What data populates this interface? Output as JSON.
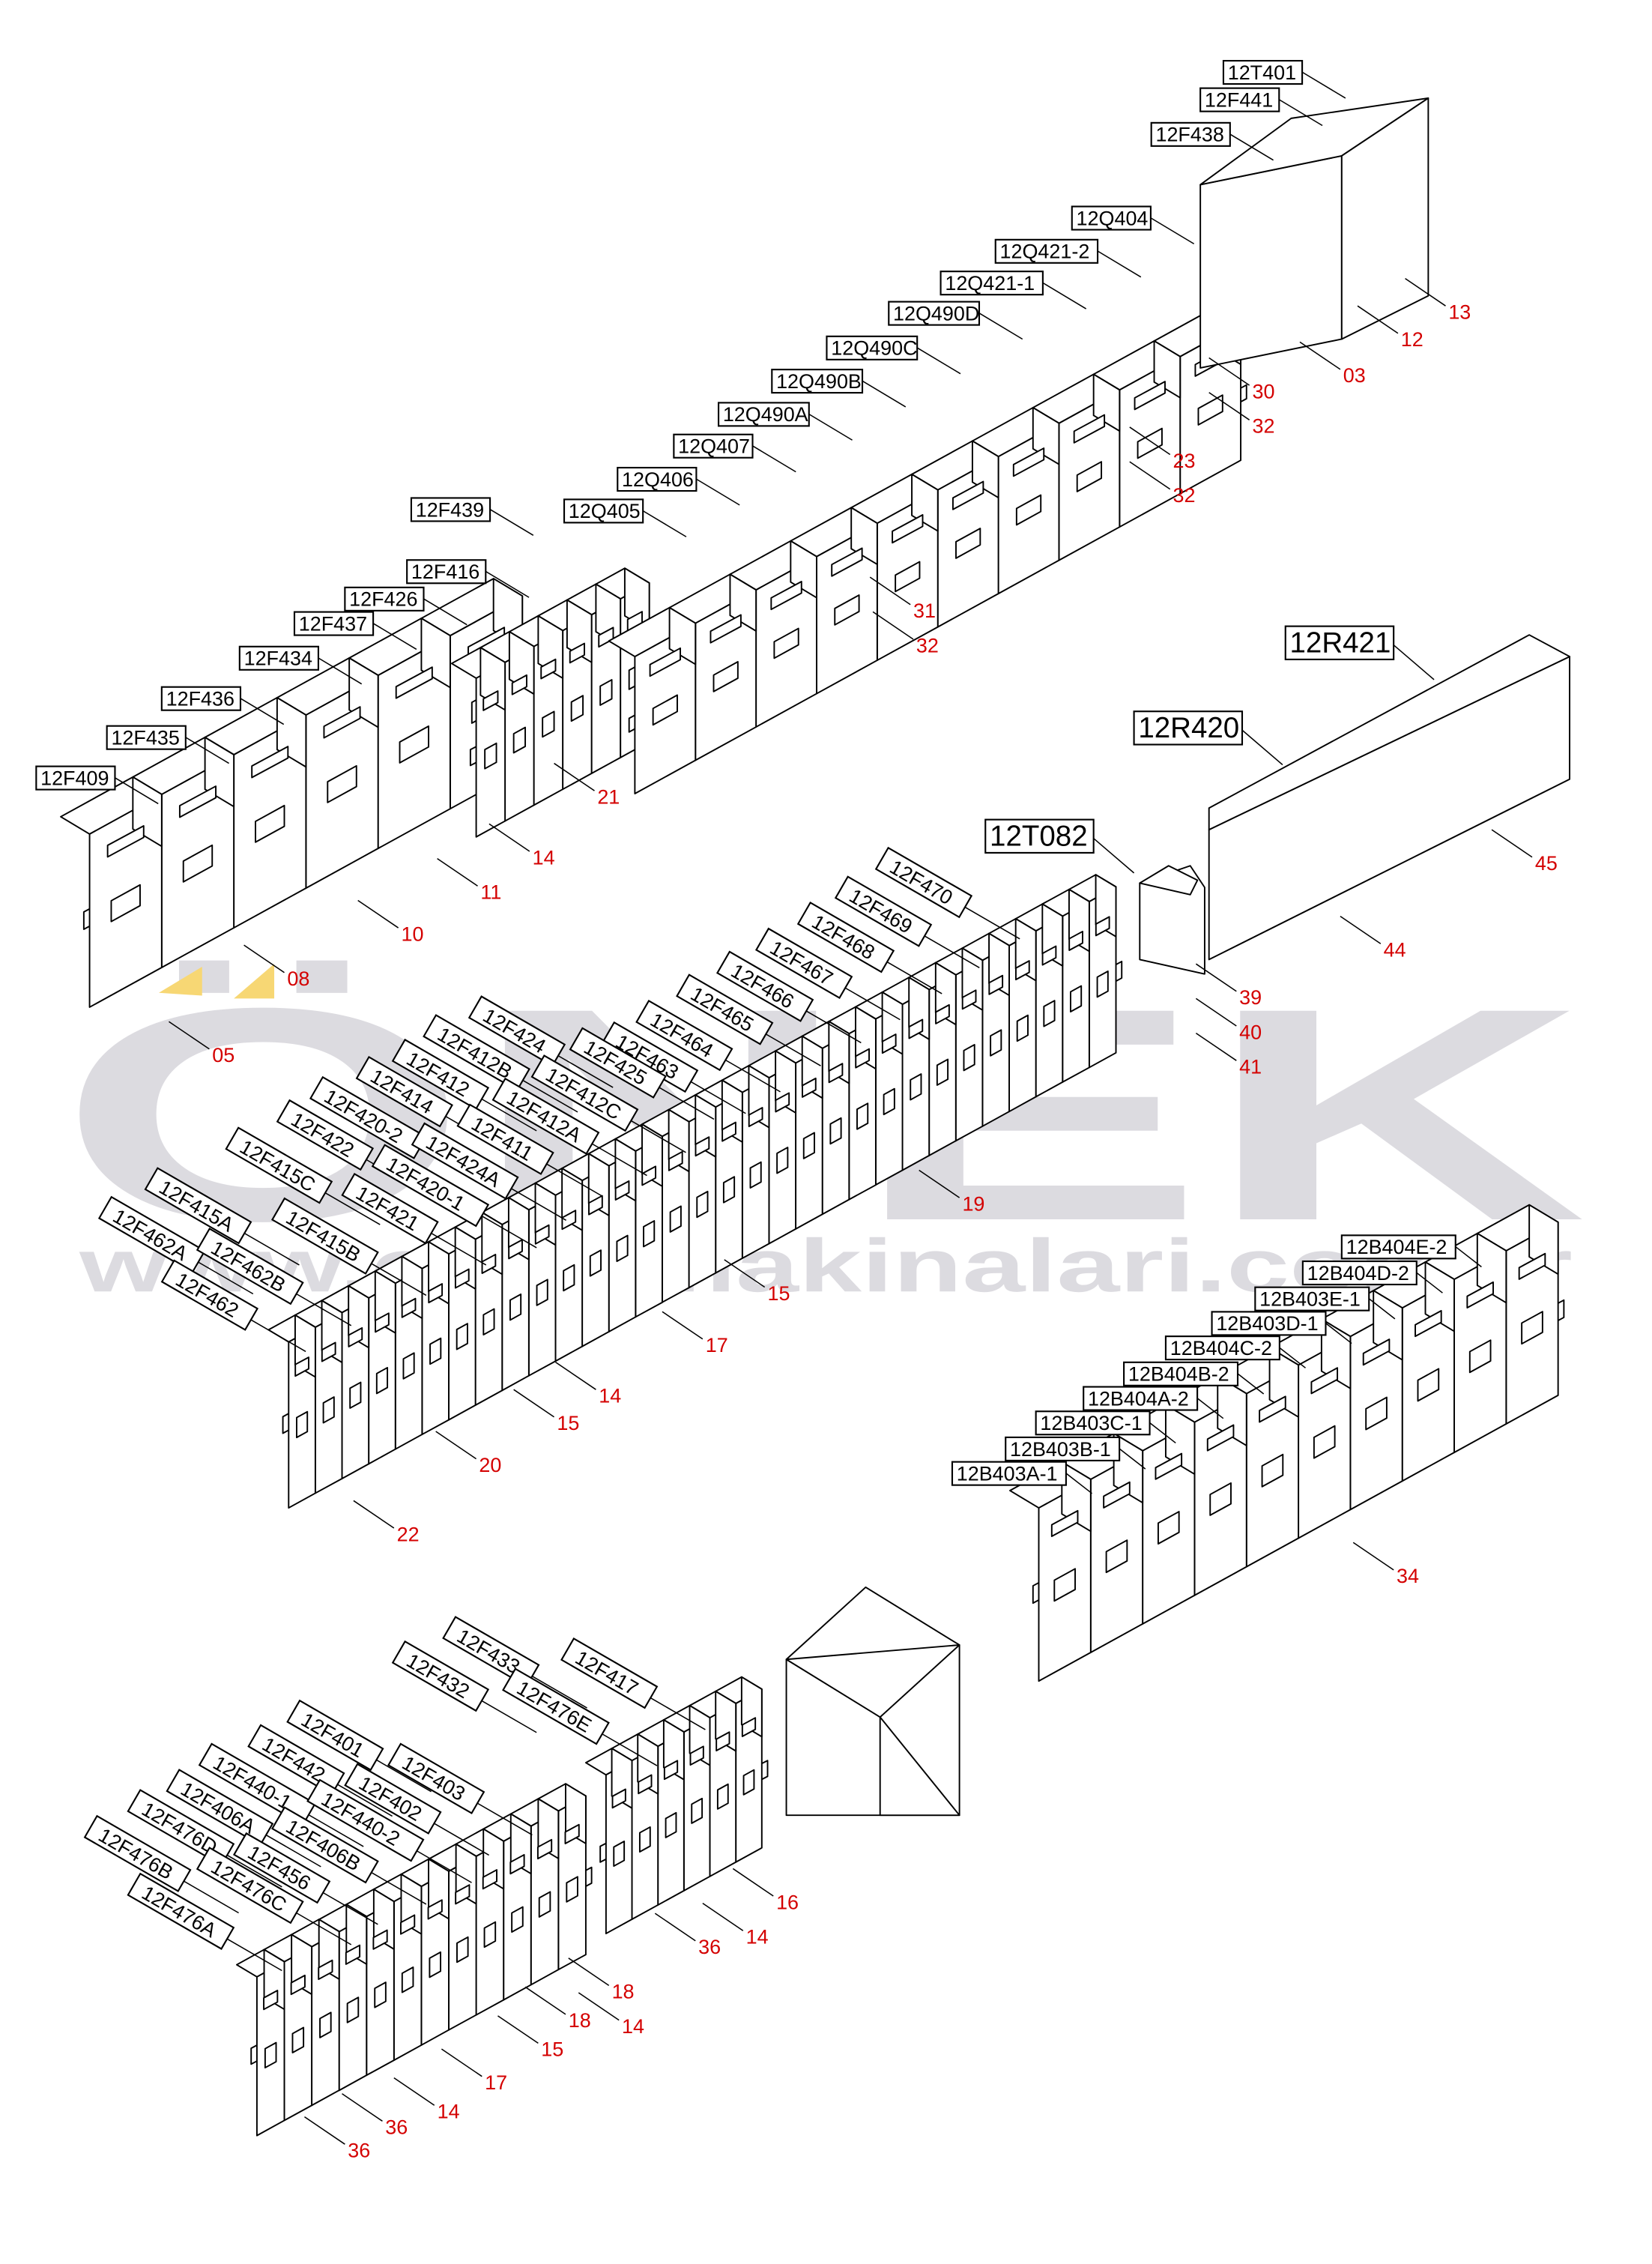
{
  "watermark": {
    "logo": "ÖNEK",
    "url": "www.onekmakinalari.com.tr"
  },
  "colors": {
    "callout": "#d40000",
    "watermark": "#d7d5db",
    "highlight": "#f7d774",
    "line": "#000000"
  },
  "top_labels": [
    "12T401",
    "12F441",
    "12F438",
    "12Q404",
    "12Q421-2",
    "12Q421-1",
    "12Q490D",
    "12Q490C",
    "12Q490B",
    "12Q490A",
    "12Q407",
    "12Q406",
    "12Q405",
    "12F439",
    "12F416",
    "12F426",
    "12F437",
    "12F434",
    "12F436",
    "12F435",
    "12F409"
  ],
  "large_labels": [
    "12R421",
    "12R420",
    "12T082"
  ],
  "module_labels": [
    "12B404E-2",
    "12B404D-2",
    "12B403E-1",
    "12B403D-1",
    "12B404C-2",
    "12B404B-2",
    "12B404A-2",
    "12B403C-1",
    "12B403B-1",
    "12B403A-1"
  ],
  "middle_rail_labels": [
    "12F470",
    "12F469",
    "12F468",
    "12F467",
    "12F466",
    "12F465",
    "12F464",
    "12F463",
    "12F424",
    "12F425",
    "12F412B",
    "12F412C",
    "12F412",
    "12F412A",
    "12F414",
    "12F411",
    "12F420-2",
    "12F424A",
    "12F422",
    "12F420-1",
    "12F415C",
    "12F421",
    "12F415A",
    "12F415B",
    "12F462A",
    "12F462B",
    "12F462"
  ],
  "lower_rail_labels": [
    "12F433",
    "12F417",
    "12F432",
    "12F476E",
    "12F401",
    "12F403",
    "12F442",
    "12F402",
    "12F440-1",
    "12F440-2",
    "12F406A",
    "12F406B",
    "12F476D",
    "12F456",
    "12F476B",
    "12F476C",
    "12F476A"
  ],
  "callouts": [
    "13",
    "12",
    "03",
    "30",
    "32",
    "23",
    "32",
    "31",
    "32",
    "21",
    "14",
    "11",
    "10",
    "08",
    "05",
    "45",
    "44",
    "39",
    "40",
    "41",
    "19",
    "15",
    "17",
    "14",
    "15",
    "20",
    "22",
    "34",
    "16",
    "14",
    "36",
    "18",
    "18",
    "14",
    "15",
    "17",
    "14",
    "36",
    "36"
  ]
}
